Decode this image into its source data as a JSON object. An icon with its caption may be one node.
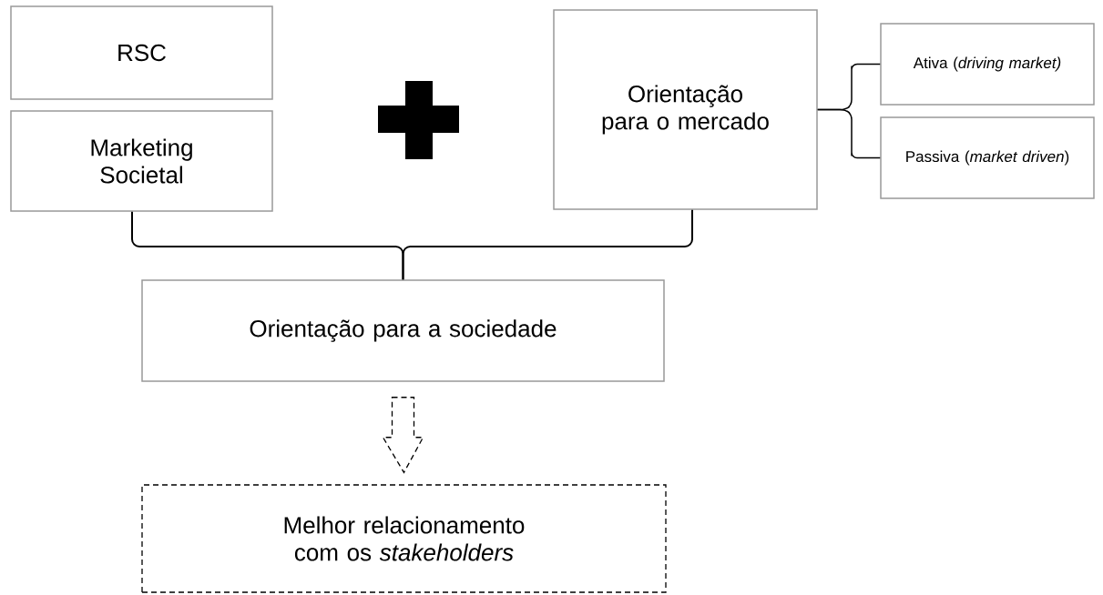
{
  "diagram": {
    "nodes": [
      {
        "text": [
          "RSC"
        ]
      },
      {
        "text": [
          "Marketing Societal"
        ]
      },
      {
        "text": [
          "Orientação para o mercado"
        ]
      },
      {
        "text": [
          "Ativa (*driving market)*"
        ]
      },
      {
        "text": [
          "Passiva (*market driven*)"
        ]
      },
      {
        "text": [
          "Orientação para a sociedade"
        ]
      },
      {
        "text": [
          "Melhor relacionamento com os *stakeholders*"
        ]
      }
    ],
    "edges": [
      {
        "from": 1,
        "to": 5,
        "arrow": "none"
      },
      {
        "from": 2,
        "to": 5,
        "arrow": "none"
      },
      {
        "from": 2,
        "to": 3,
        "arrow": "none"
      },
      {
        "from": 2,
        "to": 4,
        "arrow": "none"
      },
      {
        "from": 5,
        "to": 6,
        "arrow": "to",
        "style": "dashed"
      }
    ]
  }
}
